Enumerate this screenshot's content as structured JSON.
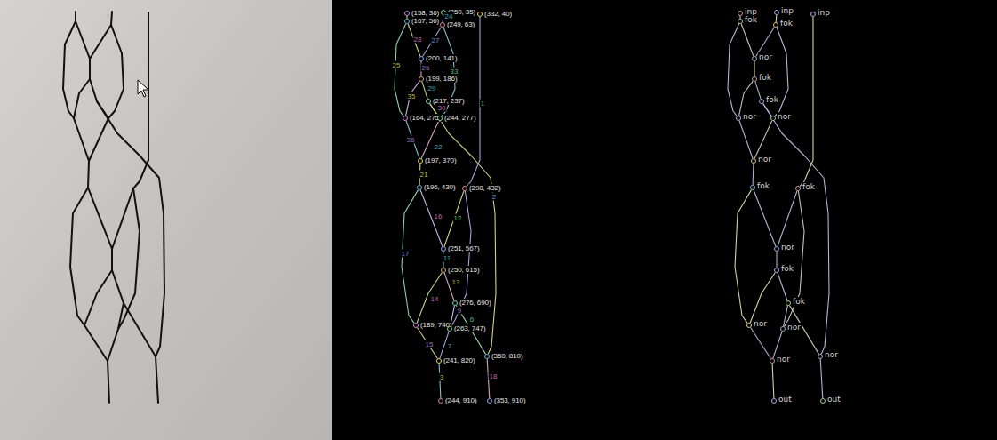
{
  "diagram": {
    "nodes": [
      {
        "text": [
          "(158, 36)"
        ]
      },
      {
        "text": [
          "(250, 35)"
        ]
      },
      {
        "text": [
          "(332, 40)"
        ]
      },
      {
        "text": [
          "(167, 56)"
        ]
      },
      {
        "text": [
          "(249, 63)"
        ]
      },
      {
        "text": [
          "(200, 141)"
        ]
      },
      {
        "text": [
          "(199, 186)"
        ]
      },
      {
        "text": [
          "(217, 237)"
        ]
      },
      {
        "text": [
          "(164, 275)"
        ]
      },
      {
        "text": [
          "(244, 277)"
        ]
      },
      {
        "text": [
          "(197, 370)"
        ]
      },
      {
        "text": [
          "(196, 430)"
        ]
      },
      {
        "text": [
          "(298, 432)"
        ]
      },
      {
        "text": [
          "(251, 567)"
        ]
      },
      {
        "text": [
          "(250, 615)"
        ]
      },
      {
        "text": [
          "(276, 690)"
        ]
      },
      {
        "text": [
          "(189, 740)"
        ]
      },
      {
        "text": [
          "(263, 747)"
        ]
      },
      {
        "text": [
          "(241, 820)"
        ]
      },
      {
        "text": [
          "(350, 810)"
        ]
      },
      {
        "text": [
          "(244, 910)"
        ]
      },
      {
        "text": [
          "(353, 910)"
        ]
      },
      {
        "text": [
          "inp"
        ]
      },
      {
        "text": [
          "inp"
        ]
      },
      {
        "text": [
          "inp"
        ]
      },
      {
        "text": [
          "fok"
        ]
      },
      {
        "text": [
          "fok"
        ]
      },
      {
        "text": [
          "nor"
        ]
      },
      {
        "text": [
          "fok"
        ]
      },
      {
        "text": [
          "fok"
        ]
      },
      {
        "text": [
          "nor"
        ]
      },
      {
        "text": [
          "nor"
        ]
      },
      {
        "text": [
          "nor"
        ]
      },
      {
        "text": [
          "fok"
        ]
      },
      {
        "text": [
          "fok"
        ]
      },
      {
        "text": [
          "nor"
        ]
      },
      {
        "text": [
          "fok"
        ]
      },
      {
        "text": [
          "fok"
        ]
      },
      {
        "text": [
          "nor"
        ]
      },
      {
        "text": [
          "nor"
        ]
      },
      {
        "text": [
          "nor"
        ]
      },
      {
        "text": [
          "nor"
        ]
      },
      {
        "text": [
          "out"
        ]
      },
      {
        "text": [
          "out"
        ]
      }
    ],
    "edges": [
      {
        "from": 0,
        "to": 3,
        "arrow": "none"
      },
      {
        "from": 1,
        "to": 4,
        "arrow": "none",
        "label": "24"
      },
      {
        "from": 3,
        "to": 8,
        "arrow": "none",
        "label": "25"
      },
      {
        "from": 3,
        "to": 5,
        "arrow": "none",
        "label": "28"
      },
      {
        "from": 4,
        "to": 5,
        "arrow": "none",
        "label": "27"
      },
      {
        "from": 4,
        "to": 9,
        "arrow": "none",
        "label": "33"
      },
      {
        "from": 5,
        "to": 6,
        "arrow": "none",
        "label": "26"
      },
      {
        "from": 6,
        "to": 7,
        "arrow": "none",
        "label": "29"
      },
      {
        "from": 6,
        "to": 8,
        "arrow": "none",
        "label": "35"
      },
      {
        "from": 7,
        "to": 9,
        "arrow": "none",
        "label": "30"
      },
      {
        "from": 7,
        "to": 19,
        "arrow": "none",
        "label": "2"
      },
      {
        "from": 2,
        "to": 12,
        "arrow": "none",
        "label": "1"
      },
      {
        "from": 8,
        "to": 10,
        "arrow": "none",
        "label": "36"
      },
      {
        "from": 9,
        "to": 10,
        "arrow": "none",
        "label": "22"
      },
      {
        "from": 10,
        "to": 11,
        "arrow": "none",
        "label": "21"
      },
      {
        "from": 11,
        "to": 13,
        "arrow": "none",
        "label": "16"
      },
      {
        "from": 11,
        "to": 16,
        "arrow": "none",
        "label": "17"
      },
      {
        "from": 12,
        "to": 13,
        "arrow": "none",
        "label": "12"
      },
      {
        "from": 12,
        "to": 17,
        "arrow": "none",
        "label": "9"
      },
      {
        "from": 13,
        "to": 14,
        "arrow": "none",
        "label": "11"
      },
      {
        "from": 14,
        "to": 15,
        "arrow": "none",
        "label": "13"
      },
      {
        "from": 14,
        "to": 16,
        "arrow": "none",
        "label": "14"
      },
      {
        "from": 15,
        "to": 17,
        "arrow": "none"
      },
      {
        "from": 15,
        "to": 19,
        "arrow": "none",
        "label": "6"
      },
      {
        "from": 16,
        "to": 18,
        "arrow": "none",
        "label": "15"
      },
      {
        "from": 17,
        "to": 18,
        "arrow": "none",
        "label": "7"
      },
      {
        "from": 18,
        "to": 20,
        "arrow": "none",
        "label": "3"
      },
      {
        "from": 19,
        "to": 21,
        "arrow": "none",
        "label": "18"
      },
      {
        "from": 22,
        "to": 25,
        "arrow": "none"
      },
      {
        "from": 23,
        "to": 26,
        "arrow": "none"
      },
      {
        "from": 25,
        "to": 30,
        "arrow": "none"
      },
      {
        "from": 25,
        "to": 27,
        "arrow": "none"
      },
      {
        "from": 26,
        "to": 27,
        "arrow": "none"
      },
      {
        "from": 26,
        "to": 31,
        "arrow": "none"
      },
      {
        "from": 27,
        "to": 28,
        "arrow": "none"
      },
      {
        "from": 28,
        "to": 29,
        "arrow": "none"
      },
      {
        "from": 28,
        "to": 30,
        "arrow": "none"
      },
      {
        "from": 29,
        "to": 31,
        "arrow": "none"
      },
      {
        "from": 29,
        "to": 41,
        "arrow": "none"
      },
      {
        "from": 24,
        "to": 34,
        "arrow": "none"
      },
      {
        "from": 30,
        "to": 32,
        "arrow": "none"
      },
      {
        "from": 31,
        "to": 32,
        "arrow": "none"
      },
      {
        "from": 32,
        "to": 33,
        "arrow": "none"
      },
      {
        "from": 33,
        "to": 35,
        "arrow": "none"
      },
      {
        "from": 33,
        "to": 38,
        "arrow": "none"
      },
      {
        "from": 34,
        "to": 35,
        "arrow": "none"
      },
      {
        "from": 34,
        "to": 39,
        "arrow": "none"
      },
      {
        "from": 35,
        "to": 36,
        "arrow": "none"
      },
      {
        "from": 36,
        "to": 37,
        "arrow": "none"
      },
      {
        "from": 36,
        "to": 38,
        "arrow": "none"
      },
      {
        "from": 37,
        "to": 39,
        "arrow": "none"
      },
      {
        "from": 37,
        "to": 41,
        "arrow": "none"
      },
      {
        "from": 38,
        "to": 40,
        "arrow": "none"
      },
      {
        "from": 39,
        "to": 40,
        "arrow": "none"
      },
      {
        "from": 40,
        "to": 42,
        "arrow": "none"
      },
      {
        "from": 41,
        "to": 43,
        "arrow": "none"
      }
    ]
  }
}
